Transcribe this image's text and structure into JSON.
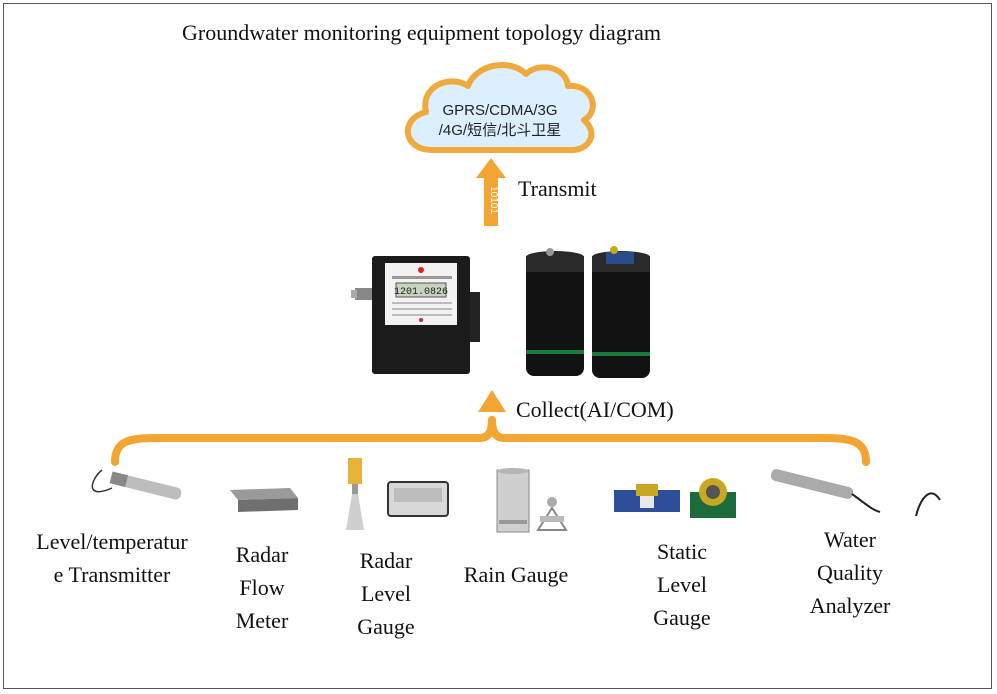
{
  "title": "Groundwater monitoring equipment topology diagram",
  "cloud": {
    "line1": "GPRS/CDMA/3G",
    "line2": "/4G/短信/北斗卫星"
  },
  "arrow_code": "10101",
  "transmit_label": "Transmit",
  "collect_label": "Collect(AI/COM)",
  "device_screen": "1201.0826",
  "colors": {
    "accent": "#f3a533",
    "cloud_border": "#f0a93c",
    "cloud_fill": "#dcefff",
    "device": "#1b1b1b"
  },
  "sensors": [
    {
      "line1": "Level/temperatur",
      "line2": "e Transmitter"
    },
    {
      "line1": "Radar",
      "line2": "Flow",
      "line3": "Meter"
    },
    {
      "line1": "Radar",
      "line2": "Level",
      "line3": "Gauge"
    },
    {
      "line1": "Rain Gauge"
    },
    {
      "line1": "Static",
      "line2": "Level",
      "line3": "Gauge"
    },
    {
      "line1": "Water",
      "line2": "Quality",
      "line3": "Analyzer"
    }
  ]
}
